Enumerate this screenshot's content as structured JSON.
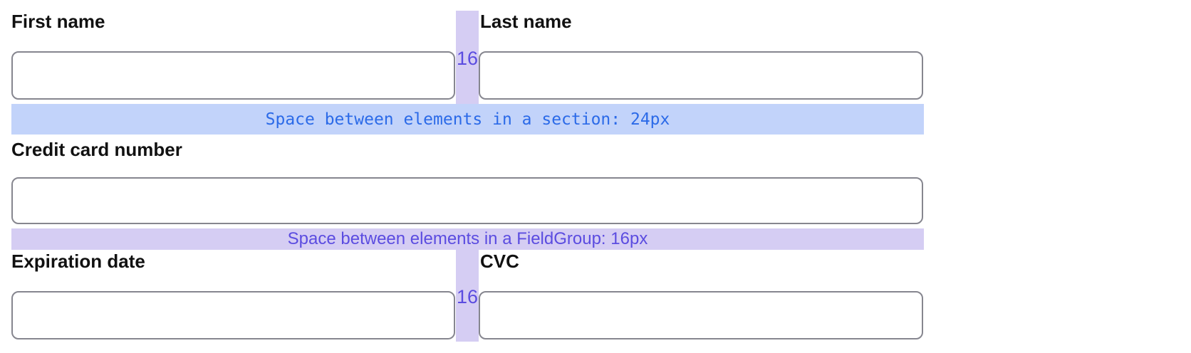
{
  "form": {
    "fields": {
      "first_name": {
        "label": "First name",
        "value": ""
      },
      "last_name": {
        "label": "Last name",
        "value": ""
      },
      "credit_card_number": {
        "label": "Credit card number",
        "value": ""
      },
      "expiration_date": {
        "label": "Expiration date",
        "value": ""
      },
      "cvc": {
        "label": "CVC",
        "value": ""
      }
    }
  },
  "annotations": {
    "section_spacing_text": "Space between elements in a section: 24px",
    "fieldgroup_spacing_text": "Space between elements in a FieldGroup: 16px",
    "column_gap_value": "16"
  },
  "colors": {
    "background": "#ffffff",
    "label_text": "#111111",
    "input_border": "#86868f",
    "section_band_bg": "#c2d3fa",
    "section_band_text": "#2b6ae8",
    "fieldgroup_band_bg": "#d5cdf3",
    "fieldgroup_band_text": "#5b4ce0",
    "column_gap_strip_bg": "#d5cdf3",
    "column_gap_value_text": "#5b4ce0"
  }
}
